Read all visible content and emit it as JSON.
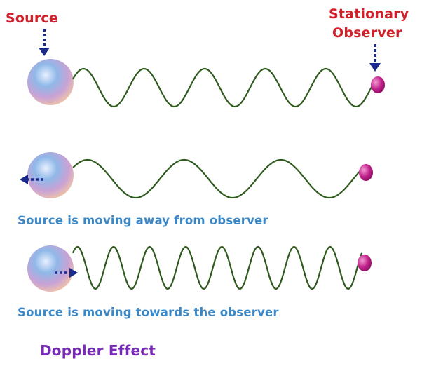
{
  "labels": {
    "source": "Source",
    "observer_line1": "Stationary",
    "observer_line2": "Observer",
    "caption_away": "Source is moving away from observer",
    "caption_towards": "Source is moving towards the observer",
    "title": "Doppler Effect"
  },
  "colors": {
    "label_red": "#d0202a",
    "caption_blue": "#3a88c8",
    "title_purple": "#7a2ab8",
    "wave": "#2f5a1e",
    "arrow": "#1a2a8a",
    "observer": "#c0208a"
  },
  "panels": [
    {
      "name": "stationary",
      "cycles": 5,
      "source_motion": "none"
    },
    {
      "name": "moving-away",
      "cycles": 3,
      "source_motion": "left"
    },
    {
      "name": "moving-towards",
      "cycles": 8,
      "source_motion": "right"
    }
  ]
}
